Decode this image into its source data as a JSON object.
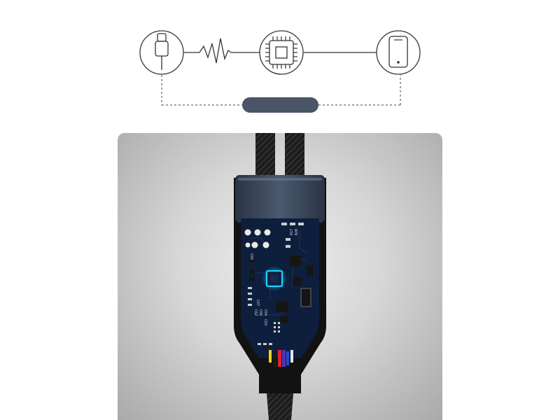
{
  "diagram": {
    "nodes": [
      {
        "id": "cable",
        "icon": "usb-c-plug-icon"
      },
      {
        "id": "chip",
        "icon": "microchip-icon"
      },
      {
        "id": "phone",
        "icon": "smartphone-icon"
      }
    ],
    "connector_badge_color": "#4a5568",
    "line_color": "#333333"
  },
  "product": {
    "pcb_labels": [
      "R17",
      "R20",
      "C68",
      "C67",
      "C62",
      "C66",
      "C64",
      "C63"
    ],
    "chip_glow_color": "#19d3ff",
    "pcb_color": "#0e1f3d",
    "housing_color": "#3d4a5c",
    "wire_colors": [
      "#f2d21b",
      "#d9252b",
      "#5b2fb8",
      "#1f4fd6",
      "#e6e6e6"
    ]
  }
}
